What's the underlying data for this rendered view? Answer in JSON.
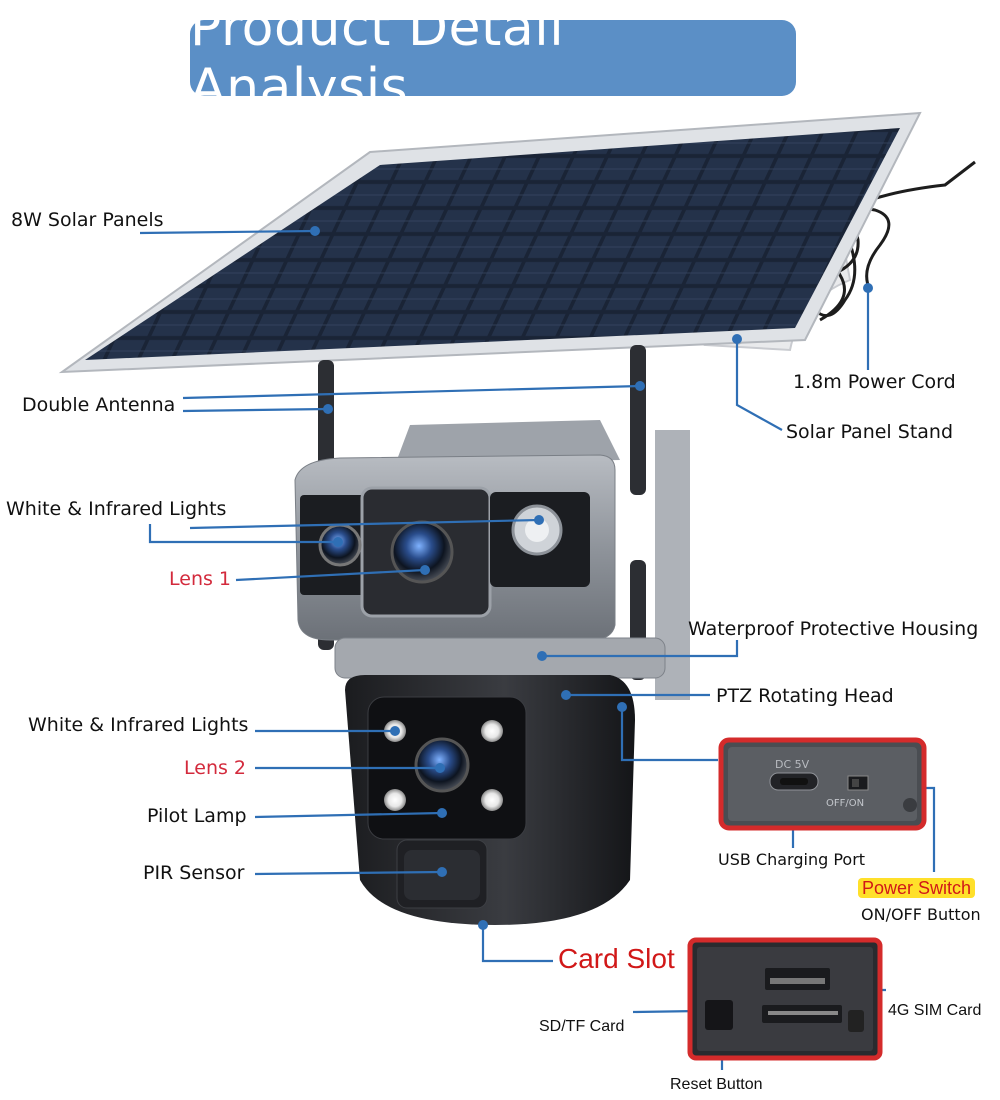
{
  "title": "Product Detail Analysis",
  "labels": {
    "solar_panels": "8W Solar Panels",
    "power_cord": "1.8m Power Cord",
    "double_antenna": "Double Antenna",
    "solar_stand": "Solar Panel Stand",
    "white_ir_1": "White & Infrared Lights",
    "lens_1": "Lens 1",
    "housing": "Waterproof Protective Housing",
    "ptz_head": "PTZ Rotating Head",
    "white_ir_2": "White & Infrared Lights",
    "lens_2": "Lens 2",
    "pilot_lamp": "Pilot Lamp",
    "pir_sensor": "PIR Sensor",
    "usb_port": "USB Charging Port",
    "power_switch": "Power Switch",
    "on_off_button": "ON/OFF Button",
    "card_slot": "Card Slot",
    "sd_tf_card": "SD/TF Card",
    "sim_card": "4G SIM Card",
    "reset_button": "Reset Button"
  },
  "inset_text": {
    "dc_5v": "DC 5V",
    "off_on": "OFF/ON"
  },
  "colors": {
    "title_bg": "#5b8fc6",
    "leader_line": "#2f6fb5",
    "inset_border": "#d42b2b",
    "accent_red": "#d32a3c",
    "highlight_yellow": "#ffe02a"
  }
}
